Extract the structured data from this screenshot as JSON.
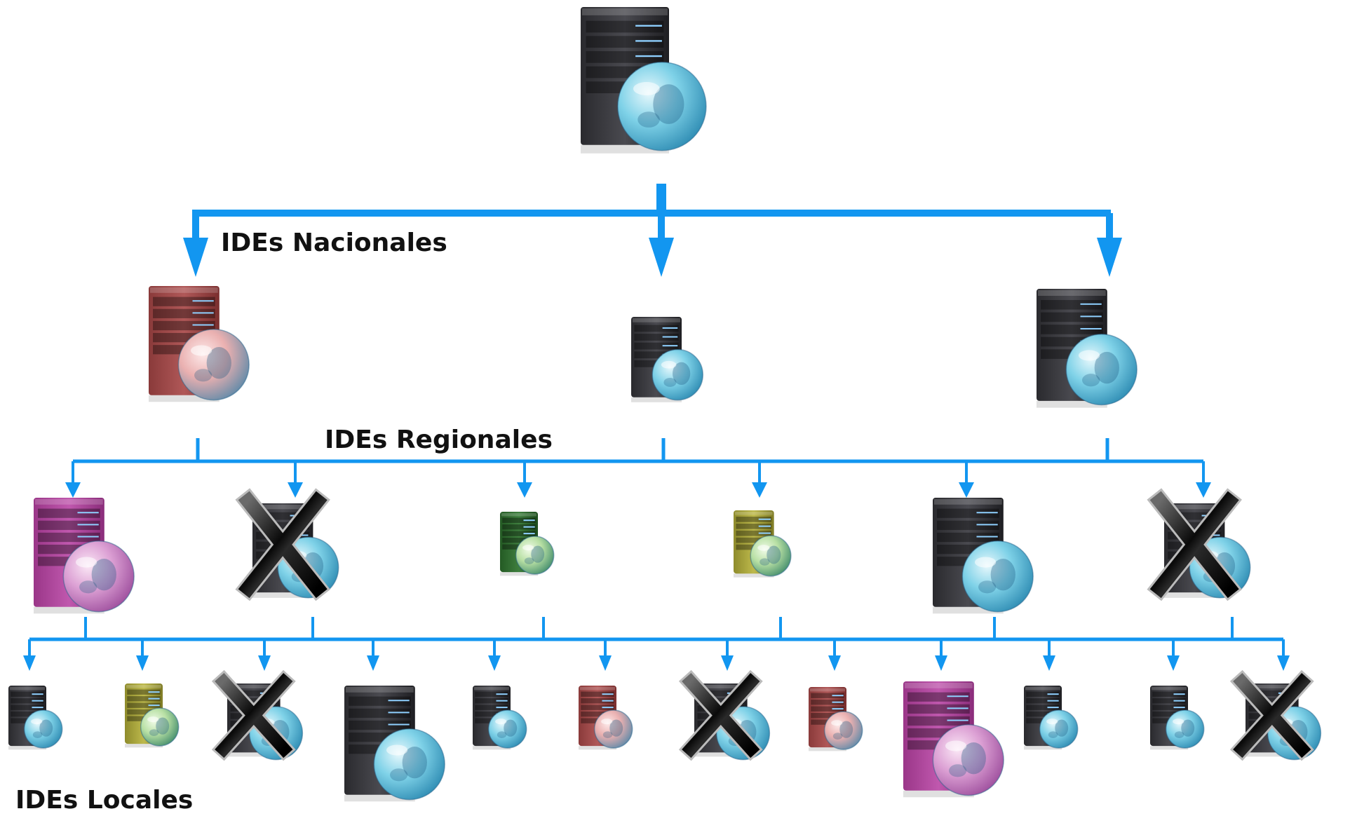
{
  "labels": {
    "national": "IDEs Nacionales",
    "regional": "IDEs Regionales",
    "local": "IDEs Locales"
  },
  "colors": {
    "connector": "#1296F0",
    "server_black": "#3A3A3E",
    "server_red": "#A04A4A",
    "server_pink": "#B0409A",
    "server_green": "#2F6B2F",
    "server_olive": "#A6A23A",
    "globe": "#5FC3DF",
    "x_mark": "#1A1A1A"
  },
  "icon_names": [
    "server-icon",
    "globe-icon",
    "x-mark-icon",
    "arrow-down-icon"
  ],
  "tree": {
    "root": {
      "color": "black",
      "active": true
    },
    "national": [
      {
        "color": "red",
        "active": true
      },
      {
        "color": "black",
        "active": true
      },
      {
        "color": "black",
        "active": true
      }
    ],
    "regional": [
      {
        "color": "pink",
        "active": true
      },
      {
        "color": "black",
        "active": false
      },
      {
        "color": "green",
        "active": true
      },
      {
        "color": "olive",
        "active": true
      },
      {
        "color": "black",
        "active": true
      },
      {
        "color": "black",
        "active": false
      }
    ],
    "local": [
      {
        "color": "black",
        "active": true
      },
      {
        "color": "olive",
        "active": true
      },
      {
        "color": "black",
        "active": false
      },
      {
        "color": "black",
        "active": true
      },
      {
        "color": "black",
        "active": true
      },
      {
        "color": "red",
        "active": true
      },
      {
        "color": "black",
        "active": false
      },
      {
        "color": "red",
        "active": true
      },
      {
        "color": "pink",
        "active": true
      },
      {
        "color": "black",
        "active": true
      },
      {
        "color": "black",
        "active": true
      },
      {
        "color": "black",
        "active": false
      }
    ]
  }
}
